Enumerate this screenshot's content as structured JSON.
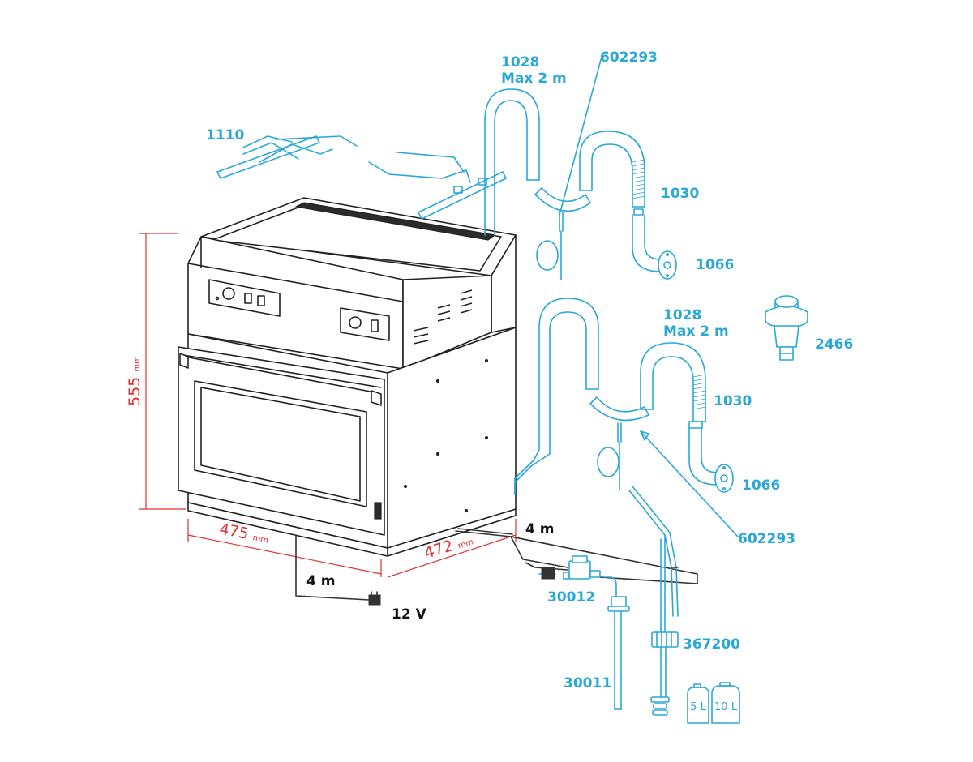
{
  "parts": {
    "p1110": "1110",
    "p1028_top": "1028",
    "p1028_top_sub": "Max 2 m",
    "p602293_top": "602293",
    "p1030_top": "1030",
    "p1066_top": "1066",
    "p2466": "2466",
    "p1028_mid": "1028",
    "p1028_mid_sub": "Max 2 m",
    "p1030_mid": "1030",
    "p1066_mid": "1066",
    "p602293_bot": "602293",
    "p30012": "30012",
    "p367200": "367200",
    "p30011": "30011"
  },
  "dimensions": {
    "height_value": "555",
    "height_unit": "mm",
    "width_value": "475",
    "width_unit": "mm",
    "depth_value": "472",
    "depth_unit": "mm"
  },
  "cables": {
    "power_length": "4 m",
    "hose_length": "4 m",
    "voltage": "12 V"
  },
  "containers": {
    "small": "5 L",
    "large": "10 L"
  },
  "colors": {
    "part_lines": "#29a8d8",
    "dimension_lines": "#e03030",
    "oven_lines": "#222222"
  }
}
